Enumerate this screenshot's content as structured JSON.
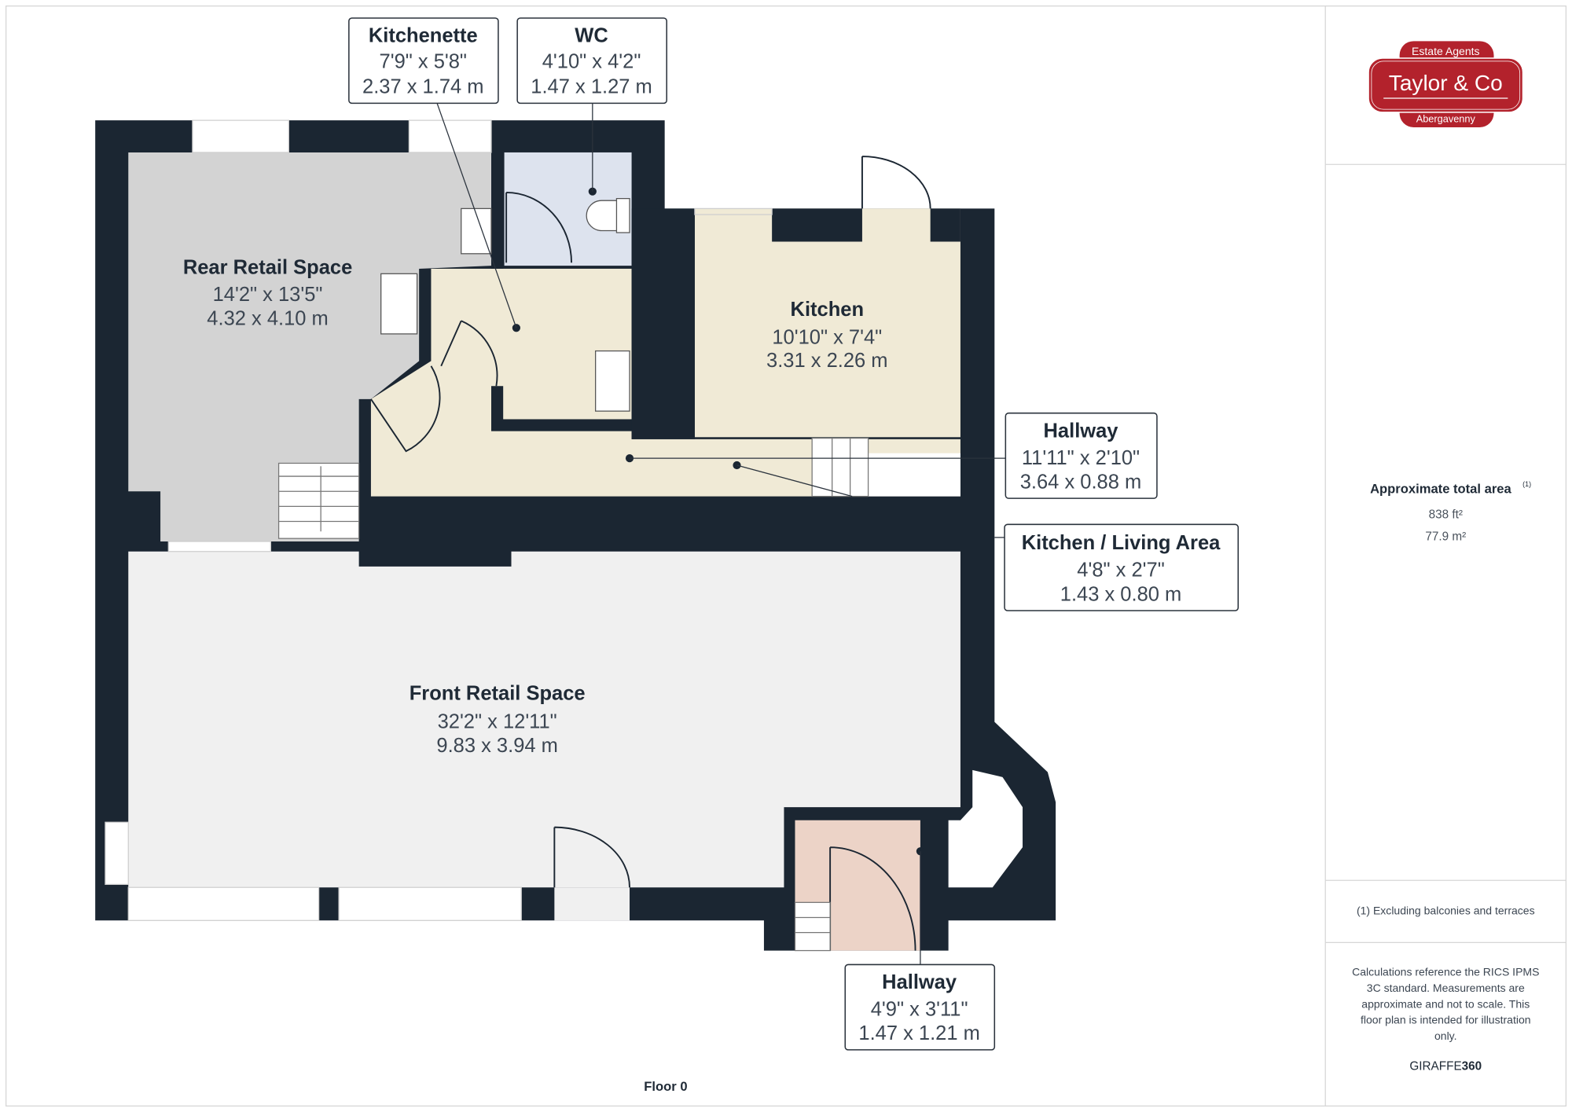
{
  "floor_label": "Floor 0",
  "colors": {
    "wall": "#1b2632",
    "rear_retail": "#d3d3d3",
    "beige": "#f0ead6",
    "wc": "#dde3ee",
    "front_retail": "#f0f0f0",
    "front_hallway": "#ecd3c7",
    "brand": "#b3222c"
  },
  "rooms": {
    "rear_retail": {
      "name": "Rear Retail Space",
      "imperial": "14'2\" x 13'5\"",
      "metric": "4.32 x 4.10 m"
    },
    "kitchen": {
      "name": "Kitchen",
      "imperial": "10'10\" x 7'4\"",
      "metric": "3.31 x 2.26 m"
    },
    "front_retail": {
      "name": "Front Retail  Space",
      "imperial": "32'2\" x 12'11\"",
      "metric": "9.83 x 3.94 m"
    }
  },
  "callouts": {
    "kitchenette": {
      "name": "Kitchenette",
      "imperial": "7'9\" x 5'8\"",
      "metric": "2.37 x 1.74 m"
    },
    "wc": {
      "name": "WC",
      "imperial": "4'10\" x 4'2\"",
      "metric": "1.47 x 1.27 m"
    },
    "hallway": {
      "name": "Hallway",
      "imperial": "11'11\" x 2'10\"",
      "metric": "3.64 x 0.88 m"
    },
    "kitchen_living": {
      "name": "Kitchen / Living Area",
      "imperial": "4'8\" x 2'7\"",
      "metric": "1.43 x 0.80 m"
    },
    "hallway_front": {
      "name": "Hallway",
      "imperial": "4'9\" x 3'11\"",
      "metric": "1.47 x 1.21 m"
    }
  },
  "panel": {
    "logo": {
      "top": "Estate Agents",
      "main": "Taylor & Co",
      "bottom": "Abergavenny"
    },
    "area_title": "Approximate total area",
    "area_note_ref": "(1)",
    "area_ft": "838 ft²",
    "area_m": "77.9 m²",
    "footnote": "(1) Excluding balconies and terraces",
    "disclaimer_lines": [
      "Calculations reference the RICS IPMS",
      "3C standard. Measurements are",
      "approximate and not to scale. This",
      "floor plan is intended for illustration",
      "only."
    ],
    "brand_a": "GIRAFFE",
    "brand_b": "360"
  }
}
